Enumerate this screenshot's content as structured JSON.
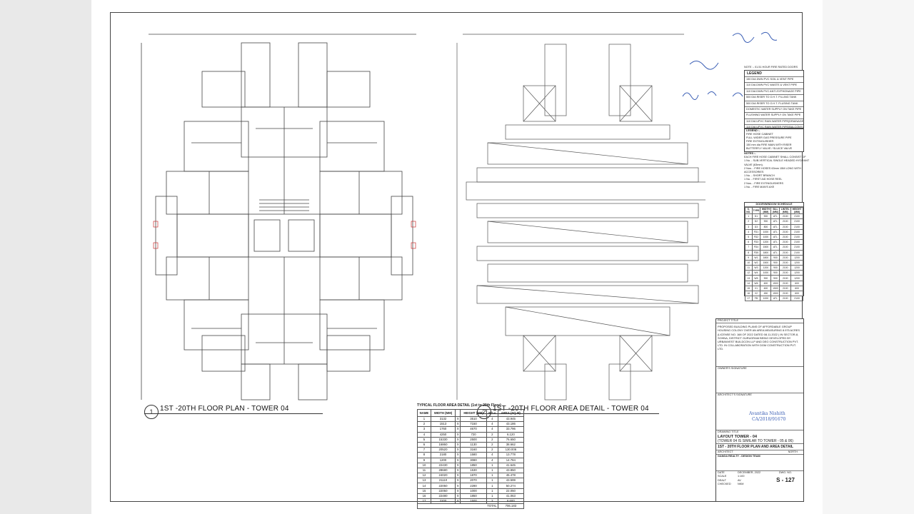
{
  "sheet": {
    "plan_left_title": "1ST -20TH FLOOR  PLAN - TOWER 04",
    "plan_left_num": "1",
    "plan_right_title": "1ST -20TH FLOOR  AREA DETAIL - TOWER 04",
    "plan_right_num": "2"
  },
  "area_table": {
    "title": "TYPICAL FLOOR AREA DETAIL (1st to 20th Floor)",
    "headers": [
      "NAME",
      "WIDTH (MM)",
      "",
      "HEIGHT (MM)",
      "NO.s",
      "AREA (SQ.M)"
    ],
    "rows": [
      [
        "1",
        "3132",
        "X",
        "3510",
        "4",
        "43.945"
      ],
      [
        "2",
        "1513",
        "X",
        "7150",
        "4",
        "43.186"
      ],
      [
        "3",
        "1760",
        "X",
        "4670",
        "4",
        "33.796"
      ],
      [
        "4",
        "4250",
        "X",
        "720",
        "2",
        "6.120"
      ],
      [
        "5",
        "15330",
        "X",
        "2500",
        "2",
        "76.650"
      ],
      [
        "6",
        "16860",
        "X",
        "1130",
        "2",
        "38.662"
      ],
      [
        "7",
        "20520",
        "X",
        "3160",
        "2",
        "130.006"
      ],
      [
        "8",
        "2180",
        "X",
        "1580",
        "4",
        "13.778"
      ],
      [
        "9",
        "1200",
        "X",
        "3080",
        "4",
        "14.784"
      ],
      [
        "10",
        "22430",
        "X",
        "1850",
        "1",
        "41.645"
      ],
      [
        "11",
        "28680",
        "X",
        "1530",
        "1",
        "43.850"
      ],
      [
        "12",
        "24020",
        "X",
        "1870",
        "1",
        "45.478"
      ],
      [
        "13",
        "21110",
        "X",
        "2070",
        "1",
        "43.599"
      ],
      [
        "14",
        "22050",
        "X",
        "2280",
        "1",
        "50.274"
      ],
      [
        "15",
        "22050",
        "X",
        "1000",
        "1",
        "22.050"
      ],
      [
        "16",
        "22480",
        "X",
        "1850",
        "1",
        "41.063"
      ],
      [
        "17",
        "2200",
        "X",
        "1500",
        "2",
        "6.600"
      ]
    ],
    "total_label": "TOTAL",
    "total_value": "706.183"
  },
  "legend": {
    "title": "LEGEND",
    "note": "NOTE :- 01.51 HOUR FIRE RATED DOORS",
    "items": [
      "150 DIA DWN PVC SOIL & VENT PIPE",
      "110 DIA DWN PVC WASTE & VENT PIPE",
      "110 DIA DWN PVC ANTI-SYPHONAGE PIPE",
      "500 DIA RISER TO O.H.T. FILLING TANK",
      "500 DIA RISER TO O.H.T. FLUSING TANK",
      "DOMESTIC WATER SUPPLY ON TAKE PIPE",
      "FLUSHING WATER SUPPLY ON TAKE PIPE",
      "110 DIA UPVC RAIN WATER PIPE(DRAINAGE)",
      "110 DIA UPVC RAIN WATER PIPE(BALCONY)"
    ],
    "legend2_title": "LEGEND :-",
    "legend2_items": [
      "FIRE HOSE CABINET",
      "FULL WIDER GAS PRESSURE PIPE",
      "FIRE EXTINGUISHER",
      "150 mm dia FIRE MAIN WITH RISER",
      "BUTTERFLY VALVE / SLUICE VALVE"
    ],
    "notes_title": "NOTES :-",
    "notes": [
      "EACH FIRE HOSE CABINET SHALL CONSIST OF",
      "1 No. - SUB-VERTICAL SINGLE HEADED HYDRANT",
      "VALVE (63mm).",
      "2 Nos. - FIRE HOSES 63mm 15M LONG WITH",
      "ACCESSORIES",
      "1 No. - SHORT BRANCH",
      "1 No. - FIRST AID HOSE REEL",
      "2 Nos. - FIRE EXTINGUISHERS",
      "1 No. - FIRE MAN'S AXE"
    ]
  },
  "door_schedule": {
    "title": "DOOR/WINDOW SCHEDULE",
    "headers": [
      "S. NO.",
      "TYPE",
      "WIDTH (MM)",
      "SILL (MM)",
      "LINTEL (MM)",
      "HEIGHT (MM)"
    ],
    "rows": [
      [
        "1",
        "D1",
        "900",
        "ATL",
        "2100",
        "2100"
      ],
      [
        "2",
        "D2",
        "900",
        "ATL",
        "2100",
        "2100"
      ],
      [
        "3",
        "D3",
        "800",
        "ATL",
        "2100",
        "2100"
      ],
      [
        "4",
        "FD1",
        "1000",
        "ATL",
        "2100",
        "2100"
      ],
      [
        "5",
        "FD2",
        "1000",
        "ATL",
        "2100",
        "2100"
      ],
      [
        "6",
        "FD3",
        "1200",
        "ATL",
        "2100",
        "2100"
      ],
      [
        "7",
        "FD4",
        "1500",
        "ATL",
        "2100",
        "2100"
      ],
      [
        "8",
        "FD5",
        "1800",
        "ATL",
        "2100",
        "2100"
      ],
      [
        "9",
        "W1",
        "1800",
        "900",
        "2100",
        "1200"
      ],
      [
        "10",
        "W2",
        "1500",
        "900",
        "2100",
        "1200"
      ],
      [
        "11",
        "W3",
        "1200",
        "900",
        "2100",
        "1200"
      ],
      [
        "12",
        "W4",
        "1000",
        "900",
        "2100",
        "1200"
      ],
      [
        "13",
        "W5",
        "900",
        "900",
        "2100",
        "1200"
      ],
      [
        "14",
        "W6",
        "600",
        "1500",
        "2100",
        "600"
      ],
      [
        "15",
        "V1",
        "600",
        "1500",
        "2100",
        "600"
      ],
      [
        "16",
        "V2",
        "450",
        "1500",
        "2100",
        "600"
      ],
      [
        "17",
        "FB",
        "1000",
        "ATL",
        "2100",
        "2100"
      ]
    ]
  },
  "title_block": {
    "project_title_label": "PROJECT TITLE",
    "project_text": "PROPOSED BUILDING PLANS OF AFFORDABLE GROUP HOUSING COLONY OVER AN AREA MEASURING 8.975 ACRES (LICENSE NO. 168 OF 2022 DATED 08.11.2022 ) IN SECTOR-8, SOHNA, DISTRICT GURUGRAM BEING DEVELOPED BY URBANVEST BUILDCON LLP AND DEG CONSTRUCTION PVT. LTD. IN COLLABORATION WITH DGM CONSTRUCTION PVT. LTD.",
    "owner_signature": "OWNER'S SIGNATURE",
    "architect_signature": "ARCHITECT'S SIGNATURE",
    "architect_stamp": "Avantika Nishith",
    "architect_stamp_2": "CA/2018/91670",
    "drawing_title_label": "DRAWING TITLE",
    "drawing_title": "LAYOUT TOWER - 04",
    "drawing_subtitle": "(TOWER 04 IS SIMILAR TO TOWER - 05 & 06)",
    "drawing_name": "1ST - 20TH FLOOR PLAN AND AREA DETAIL",
    "architect_label": "ARCHITECT",
    "north_label": "NORTH",
    "team": "GANGA REALTY - DESIGN TEAM",
    "date_label": "DATE",
    "date_value": "DECEMBER, 2022",
    "dwg_label": "DWG. NO.",
    "scale_label": "SCALE",
    "scale_value": "1:100",
    "dealt_label": "DEALT",
    "dealt_value": "AV",
    "checked_label": "CHECKED",
    "checked_value": "NKM",
    "sheet_no": "S - 127"
  },
  "colors": {
    "stamp_blue": "#3b5fb5",
    "line": "#444444",
    "paper": "#ffffff"
  }
}
